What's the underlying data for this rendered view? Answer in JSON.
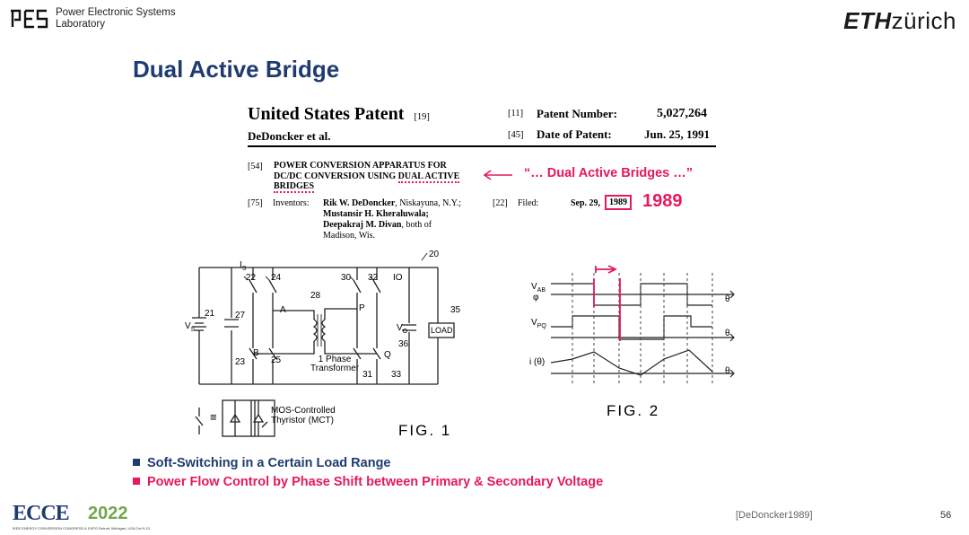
{
  "header": {
    "institute_line1": "Power Electronic Systems",
    "institute_line2": "Laboratory",
    "university_bold": "ETH",
    "university_rest": "zürich"
  },
  "slide": {
    "title": "Dual Active Bridge"
  },
  "patent": {
    "title": "United States Patent",
    "title_ref": "[19]",
    "authors": "DeDoncker et al.",
    "number_ref": "[11]",
    "number_label": "Patent Number:",
    "number_value": "5,027,264",
    "date_ref": "[45]",
    "date_label": "Date of Patent:",
    "date_value": "Jun. 25, 1991",
    "field54_ref": "[54]",
    "field54_line1": "POWER CONVERSION APPARATUS FOR",
    "field54_line2a": "DC/DC CONVERSION USING ",
    "field54_line2b": "DUAL ACTIVE",
    "field54_line3": "BRIDGES",
    "field75_ref": "[75]",
    "field75_label": "Inventors:",
    "inventor1_name": "Rik W. DeDoncker",
    "inventor1_rest": ", Niskayuna, N.Y.;",
    "inventor2": "Mustansir H. Kheraluwala;",
    "inventor3_name": "Deepakraj M. Divan",
    "inventor3_rest": ", both of",
    "inventor_loc": "Madison, Wis.",
    "field22_ref": "[22]",
    "field22_label": "Filed:",
    "filed_prefix": "Sep. 29,",
    "filed_year": "1989"
  },
  "annotations": {
    "dab_quote": "“… Dual Active Bridges …”",
    "year_callout": "1989",
    "citation": "[DeDoncker1989]"
  },
  "fig1": {
    "caption": "FIG. 1",
    "labels": {
      "is": "I",
      "is_sub": "S",
      "io": "IO",
      "n20": "20",
      "n21": "21",
      "n22": "22",
      "n23": "23",
      "n24": "24",
      "n25": "25",
      "n27": "27",
      "n28": "28",
      "n30": "30",
      "n31": "31",
      "n32": "32",
      "n33": "33",
      "n35": "35",
      "n36": "36",
      "vs": "V",
      "vs_sub": "S",
      "vo": "V",
      "vo_sub": "O",
      "a": "A",
      "b": "B",
      "p": "P",
      "q": "Q",
      "load": "LOAD",
      "transformer_line1": "1 Phase",
      "transformer_line2": "Transformer",
      "mct_line1": "MOS-Controlled",
      "mct_line2": "Thyristor (MCT)",
      "equiv": "≡"
    }
  },
  "fig2": {
    "caption": "FIG. 2",
    "labels": {
      "vab": "V",
      "vab_sub": "AB",
      "phi": "φ",
      "vpq": "V",
      "vpq_sub": "PQ",
      "i_theta": "i (θ)",
      "theta": "θ"
    }
  },
  "bullets": [
    {
      "text": "Soft-Switching in a Certain Load Range",
      "color": "#1f3b70"
    },
    {
      "text": "Power Flow Control by Phase Shift between Primary & Secondary Voltage",
      "color": "#e6195c"
    }
  ],
  "footer": {
    "page_number": "56",
    "ecce_logo_text": "ECCE",
    "ecce_year": "2022",
    "ecce_tagline": "IEEE ENERGY CONVERSION CONGRESS & EXPO  Detroit, Michigan, USA  Oct 9-13"
  },
  "colors": {
    "title_blue": "#1f3b70",
    "accent_pink": "#e6195c"
  }
}
